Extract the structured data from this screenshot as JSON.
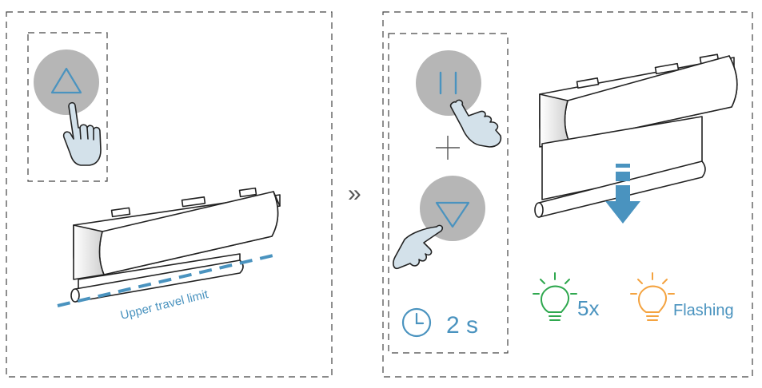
{
  "left_panel": {
    "button_symbol": "up-arrow",
    "limit_label": "Upper travel limit"
  },
  "separator": "»",
  "right_panel": {
    "top_button_symbol": "pause",
    "combine_symbol": "+",
    "bottom_button_symbol": "down-arrow",
    "hold_time": "2 s",
    "green_indicator": "5x",
    "orange_indicator": "Flashing"
  },
  "colors": {
    "accent_blue": "#4a93bf",
    "button_grey": "#b6b6b6",
    "green": "#2fa84f",
    "orange": "#f4a340",
    "line": "#222222"
  }
}
